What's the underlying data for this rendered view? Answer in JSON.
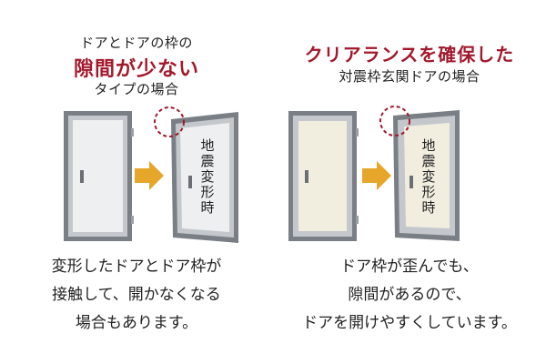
{
  "left": {
    "heading_line1": "ドアとドアの枠の",
    "heading_emphasis": "隙間が少ない",
    "heading_line3": "タイプの場合",
    "door_label": "地震変形時",
    "caption_lines": [
      "変形したドアとドア枠が",
      "接触して、開かなくなる",
      "場合もあります。"
    ]
  },
  "right": {
    "heading_emphasis": "クリアランスを確保した",
    "heading_sub": "対震枠玄関ドアの場合",
    "door_label": "地震変形時",
    "caption_lines": [
      "ドア枠が歪んでも、",
      "隙間があるので、",
      "ドアを開けやすくしています。"
    ]
  },
  "colors": {
    "frame_outer": "#7a7f85",
    "frame_inner": "#c4c8cc",
    "door_left": "#edeff1",
    "door_right": "#f1eee0",
    "arrow": "#e6a62a",
    "emphasis": "#a3192c",
    "circle": "#a3192c"
  },
  "icons": {
    "arrow": "right-arrow-icon",
    "highlight": "dashed-circle-icon"
  }
}
